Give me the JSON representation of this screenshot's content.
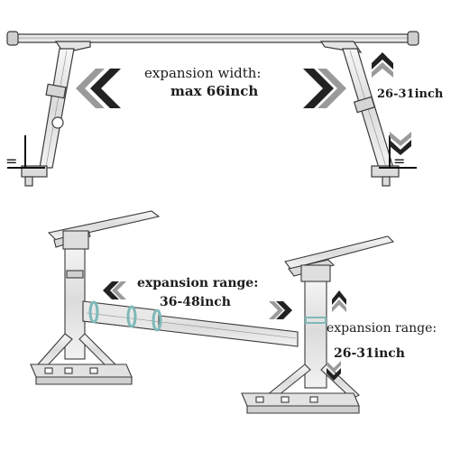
{
  "top_diagram": {
    "width_label_line1": "expansion width:",
    "width_label_line2": "max 66inch",
    "height_label": "26-31inch",
    "equal_mark": "="
  },
  "bottom_diagram": {
    "width_label_line1": "expansion range:",
    "width_label_line2": "36-48inch",
    "height_label_line1": "expansion range:",
    "height_label_line2": "26-31inch"
  },
  "colors": {
    "line": "#3a3a3a",
    "fill": "#ededed",
    "arrow_dark": "#222222",
    "arrow_light": "#9a9a9a",
    "accent_ring": "#7fb8b8"
  }
}
